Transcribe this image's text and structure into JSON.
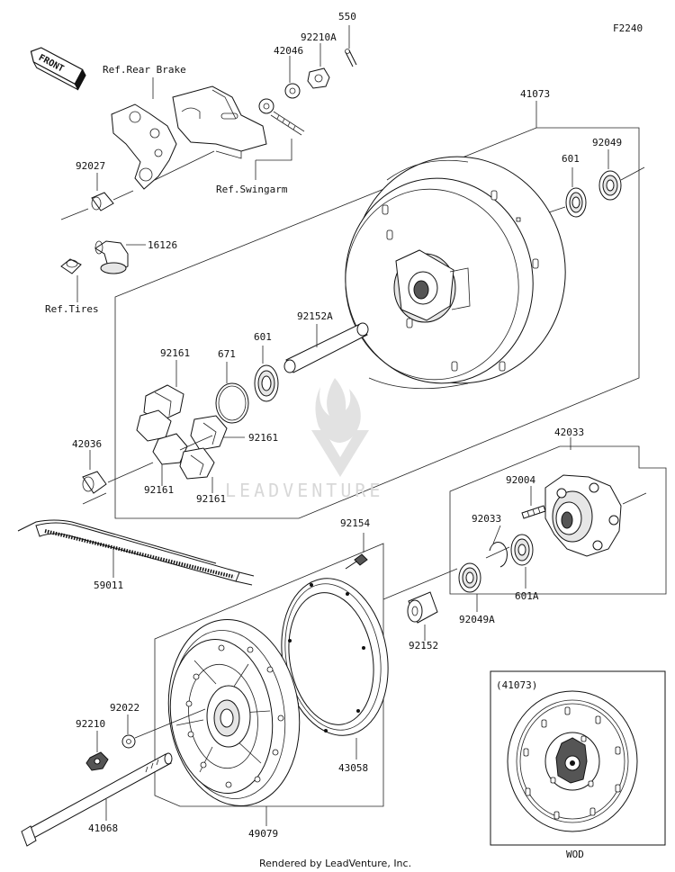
{
  "diagram_code": "F2240",
  "front_label": "FRONT",
  "watermark": "LEADVENTURE",
  "footer": "Rendered by LeadVenture, Inc.",
  "inset": {
    "ref": "(41073)",
    "caption": "WOD"
  },
  "labels": {
    "p550": "550",
    "p92210A": "92210A",
    "p42046": "42046",
    "refRearBrake": "Ref.Rear Brake",
    "refSwingarm": "Ref.Swingarm",
    "p92027": "92027",
    "p16126": "16126",
    "refTires": "Ref.Tires",
    "p41073": "41073",
    "p601top": "601",
    "p92049": "92049",
    "p92152A": "92152A",
    "p601mid": "601",
    "p671": "671",
    "p92161a": "92161",
    "p92161b": "92161",
    "p92161c": "92161",
    "p92161d": "92161",
    "p42036": "42036",
    "p42033": "42033",
    "p92004": "92004",
    "p92033": "92033",
    "p92154": "92154",
    "p59011": "59011",
    "p601A": "601A",
    "p92049A": "92049A",
    "p92152": "92152",
    "p92022": "92022",
    "p92210": "92210",
    "p43058": "43058",
    "p41068": "41068",
    "p49079": "49079"
  }
}
